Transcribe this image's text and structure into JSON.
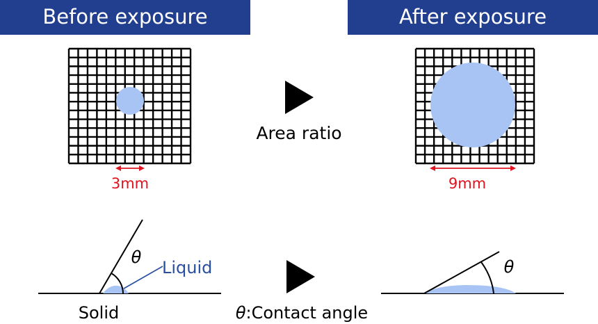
{
  "headers": {
    "before": "Before exposure",
    "after": "After exposure"
  },
  "area": {
    "label": "Area ratio",
    "before_size": "3mm",
    "after_size": "9mm"
  },
  "angle": {
    "theta": "θ",
    "liquid_label": "Liquid",
    "solid_label": "Solid",
    "legend_symbol": "θ",
    "legend_text": ":Contact angle"
  },
  "colors": {
    "banner": "#223f8f",
    "droplet": "#a8c4f4",
    "dimension": "#e0141e",
    "liquid_text": "#2a4ea0",
    "grid": "#000000"
  }
}
